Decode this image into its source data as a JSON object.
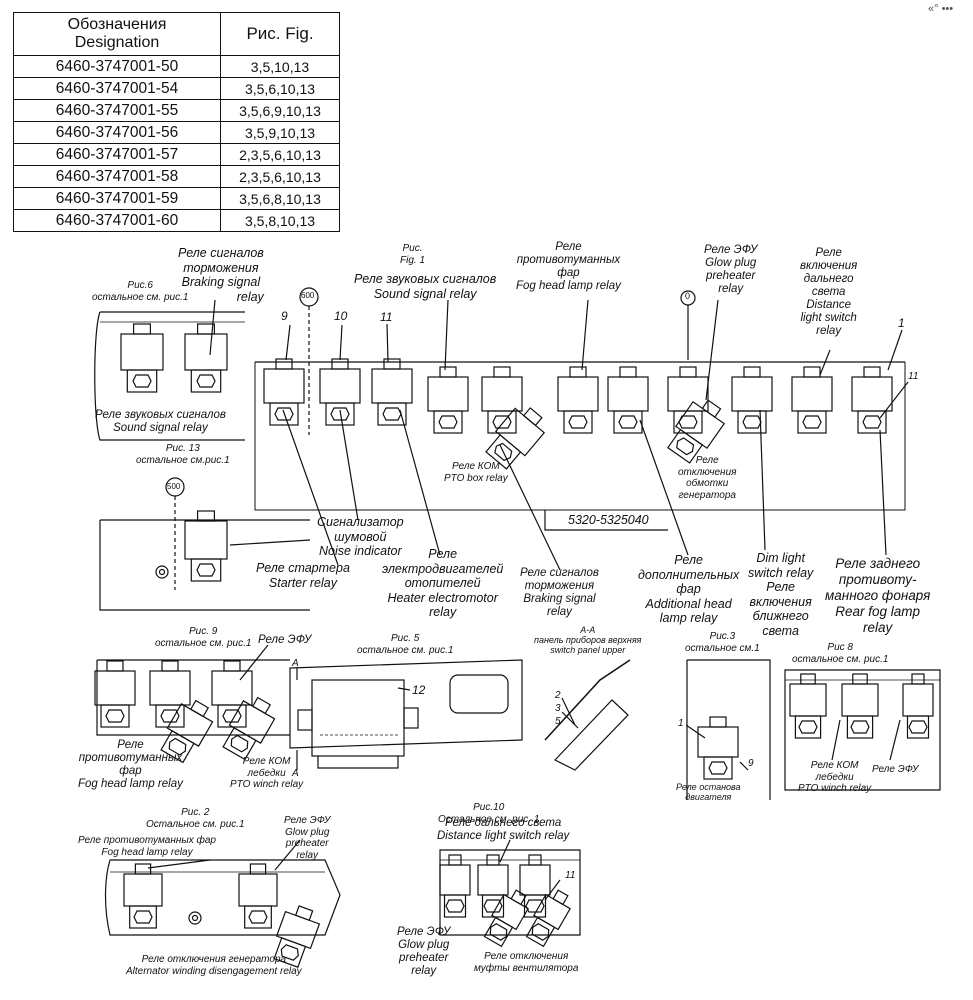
{
  "corner_mark": "«° •••",
  "table": {
    "header_designation": [
      "Обозначения",
      "Designation"
    ],
    "header_fig": "Рис. Fig.",
    "rows": [
      {
        "designation": "6460-3747001-50",
        "figs": "3,5,10,13"
      },
      {
        "designation": "6460-3747001-54",
        "figs": "3,5,6,10,13"
      },
      {
        "designation": "6460-3747001-55",
        "figs": "3,5,6,9,10,13"
      },
      {
        "designation": "6460-3747001-56",
        "figs": "3,5,9,10,13"
      },
      {
        "designation": "6460-3747001-57",
        "figs": "2,3,5,6,10,13"
      },
      {
        "designation": "6460-3747001-58",
        "figs": "2,3,5,6,10,13"
      },
      {
        "designation": "6460-3747001-59",
        "figs": "3,5,6,8,10,13"
      },
      {
        "designation": "6460-3747001-60",
        "figs": "3,5,8,10,13"
      }
    ]
  },
  "fig1": {
    "title": [
      "Рис.",
      "Fig. 1"
    ],
    "part_number": "5320-5325040",
    "numbers": {
      "n9": "9",
      "n10": "10",
      "n11a": "11",
      "n11b": "11",
      "n1": "1",
      "n0": "0"
    },
    "circle_600": "600",
    "labels": {
      "braking": [
        "Реле сигналов",
        "торможения",
        "Braking signal",
        "relay"
      ],
      "sound": [
        "Реле звуковых сигналов",
        "Sound signal relay"
      ],
      "fog_head": [
        "Реле",
        "противотуманных",
        "фар",
        "Fog head lamp relay"
      ],
      "glow_plug": [
        "Реле ЭФУ",
        "Glow plug",
        "preheater",
        "relay"
      ],
      "distance": [
        "Реле",
        "включения",
        "дальнего",
        "света",
        "Distance",
        "light switch",
        "relay"
      ],
      "pto_box": [
        "Реле КОМ",
        "PTO box relay"
      ],
      "alt_off": [
        "Реле",
        "отключения",
        "обмотки",
        "генератора"
      ],
      "noise": [
        "Сигнализатор",
        "шумовой",
        "Noise indicator"
      ],
      "starter": [
        "Реле стартера",
        "Starter relay"
      ],
      "heater": [
        "Реле",
        "электродвигателей",
        "отопителей",
        "Heater electromotor",
        "relay"
      ],
      "braking2": [
        "Реле сигналов",
        "торможения",
        "Braking signal",
        "relay"
      ],
      "additional": [
        "Реле",
        "дополнительных",
        "фар",
        "Additional head",
        "lamp relay"
      ],
      "dim": [
        "Dim light",
        "switch relay",
        "Реле",
        "включения",
        "ближнего",
        "света"
      ],
      "rear_fog": [
        "Реле заднего",
        "противоту-",
        "манного фонаря",
        "Rear fog lamp",
        "relay"
      ]
    }
  },
  "fig6": {
    "title": [
      "Рис.6",
      "остальное см. рис.1"
    ],
    "label": [
      "Реле звуковых сигналов",
      "Sound signal relay"
    ]
  },
  "fig13": {
    "title": [
      "Рис. 13",
      "остальное см.рис.1"
    ],
    "circle_500": "500"
  },
  "fig9": {
    "title": [
      "Рис. 9",
      "остальное см. рис.1"
    ],
    "efu": "Реле ЭФУ",
    "fog": [
      "Реле",
      "противотуманных",
      "фар",
      "Fog head lamp relay"
    ],
    "winch": [
      "Реле КОМ",
      "лебедки",
      "PTO winch relay"
    ]
  },
  "fig5": {
    "title": [
      "Рис. 5",
      "остальное см. рис.1"
    ],
    "n12": "12",
    "section_a": "A"
  },
  "aa": {
    "title": [
      "А-А",
      "панель приборов верхняя",
      "switch panel upper"
    ],
    "n2": "2",
    "n3": "3",
    "n5": "5"
  },
  "fig3": {
    "title": [
      "Рис.3",
      "остальное см.1"
    ],
    "n1": "1",
    "n9": "9",
    "label": [
      "Реле останова",
      "двигателя"
    ]
  },
  "fig8": {
    "title": [
      "Рис 8",
      "остальное см. рис.1"
    ],
    "winch": [
      "Реле КОМ",
      "лебедки",
      "PTO winch relay"
    ],
    "efu": "Реле ЭФУ"
  },
  "fig2": {
    "title": [
      "Рис. 2",
      "Остальное см. рис.1"
    ],
    "fog": [
      "Реле противотуманных фар",
      "Fog head lamp relay"
    ],
    "efu": [
      "Реле ЭФУ",
      "Glow plug",
      "preheater",
      "relay"
    ],
    "alt": [
      "Реле отключения генератора",
      "Alternator winding disengagement relay"
    ]
  },
  "fig10": {
    "title": [
      "Рис.10",
      "Остальное см. рис. 1"
    ],
    "distance": [
      "Реле дальнего света",
      "Distance light switch relay"
    ],
    "efu": [
      "Реле ЭФУ",
      "Glow plug",
      "preheater",
      "relay"
    ],
    "fan": [
      "Реле отключения",
      "муфты вентилятора"
    ],
    "n11": "11"
  }
}
